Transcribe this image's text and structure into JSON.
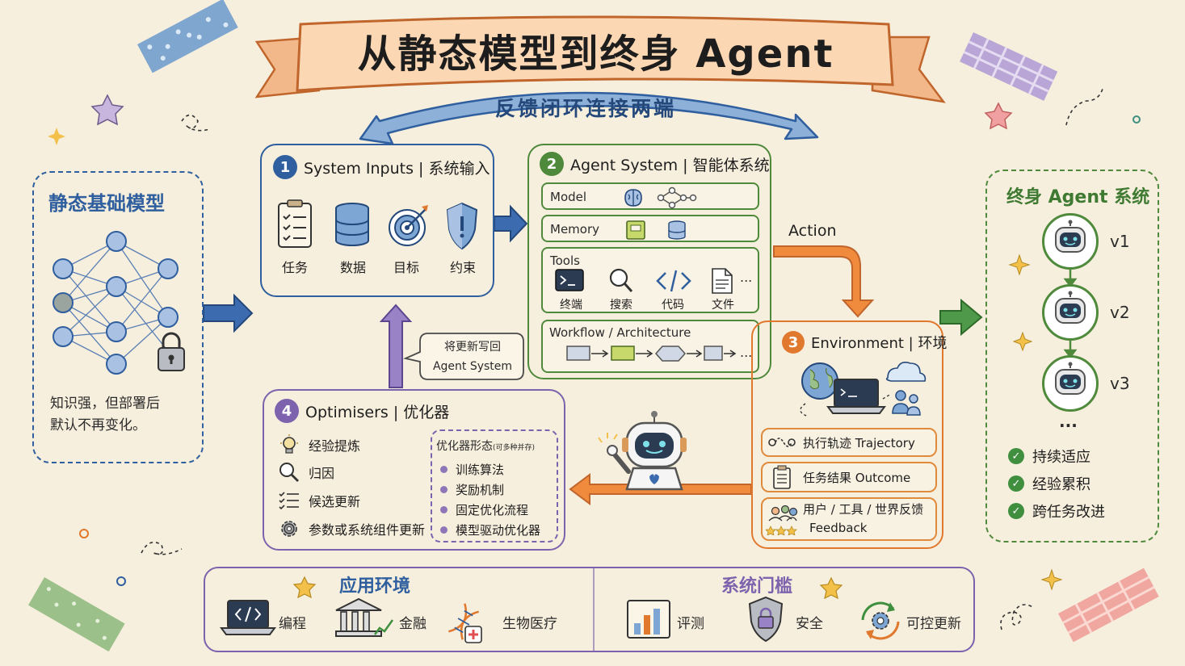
{
  "title": "从静态模型到终身 Agent",
  "loop_label": "反馈闭环连接两端",
  "static_model": {
    "title": "静态基础模型",
    "description_line1": "知识强，但部署后",
    "description_line2": "默认不再变化。"
  },
  "system_inputs": {
    "number": "1",
    "header": "System Inputs | 系统输入",
    "items": [
      "任务",
      "数据",
      "目标",
      "约束"
    ]
  },
  "agent_system": {
    "number": "2",
    "header": "Agent System | 智能体系统",
    "model_label": "Model",
    "memory_label": "Memory",
    "tools_label": "Tools",
    "tools": [
      "终端",
      "搜索",
      "代码",
      "文件"
    ],
    "tools_more": "...",
    "workflow_label": "Workflow / Architecture",
    "workflow_more": "..."
  },
  "action_label": "Action",
  "environment": {
    "number": "3",
    "header": "Environment | 环境",
    "rows": [
      "执行轨迹 Trajectory",
      "任务结果 Outcome"
    ],
    "feedback_line1": "用户 / 工具 / 世界反馈",
    "feedback_line2": "Feedback"
  },
  "optimisers": {
    "number": "4",
    "header": "Optimisers | 优化器",
    "items": [
      "经验提炼",
      "归因",
      "候选更新",
      "参数或系统组件更新"
    ],
    "forms_title": "优化器形态",
    "forms_note": "(可多种并存)",
    "forms": [
      "训练算法",
      "奖励机制",
      "固定优化流程",
      "模型驱动优化器"
    ]
  },
  "writeback": {
    "line1": "将更新写回",
    "line2": "Agent System"
  },
  "lifelong": {
    "title": "终身 Agent 系统",
    "versions": [
      "v1",
      "v2",
      "v3"
    ],
    "more": "...",
    "benefits": [
      "持续适应",
      "经验累积",
      "跨任务改进"
    ]
  },
  "applications": {
    "title": "应用环境",
    "items": [
      "编程",
      "金融",
      "生物医疗"
    ]
  },
  "thresholds": {
    "title": "系统门槛",
    "items": [
      "评测",
      "安全",
      "可控更新"
    ]
  },
  "colors": {
    "blue": "#2f5f9e",
    "green": "#4f8a3c",
    "orange": "#e0782e",
    "purple": "#7d62ad",
    "background": "#f7efdd"
  }
}
